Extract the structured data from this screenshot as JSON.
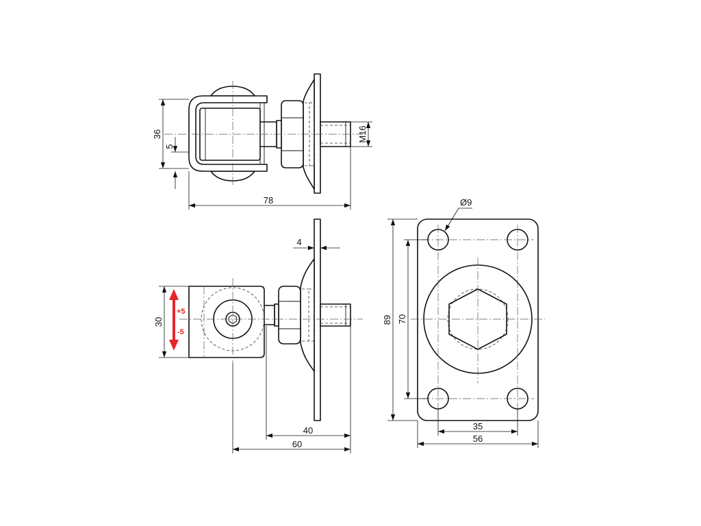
{
  "top_view": {
    "dim_height": "36",
    "dim_offset": "5",
    "dim_thread": "M16",
    "dim_length": "78"
  },
  "front_view": {
    "dim_plate_thickness": "4",
    "dim_height": "30",
    "adjust_plus": "+5",
    "adjust_minus": "-5",
    "dim_thread_length": "40",
    "dim_total_length": "60"
  },
  "plate_view": {
    "dim_hole_diameter": "Ø9",
    "dim_height": "89",
    "dim_hole_spacing_vertical": "70",
    "dim_hole_spacing_horizontal": "35",
    "dim_width": "56"
  },
  "colors": {
    "outline": "#111111",
    "adjust_arrow": "#e8242b"
  }
}
